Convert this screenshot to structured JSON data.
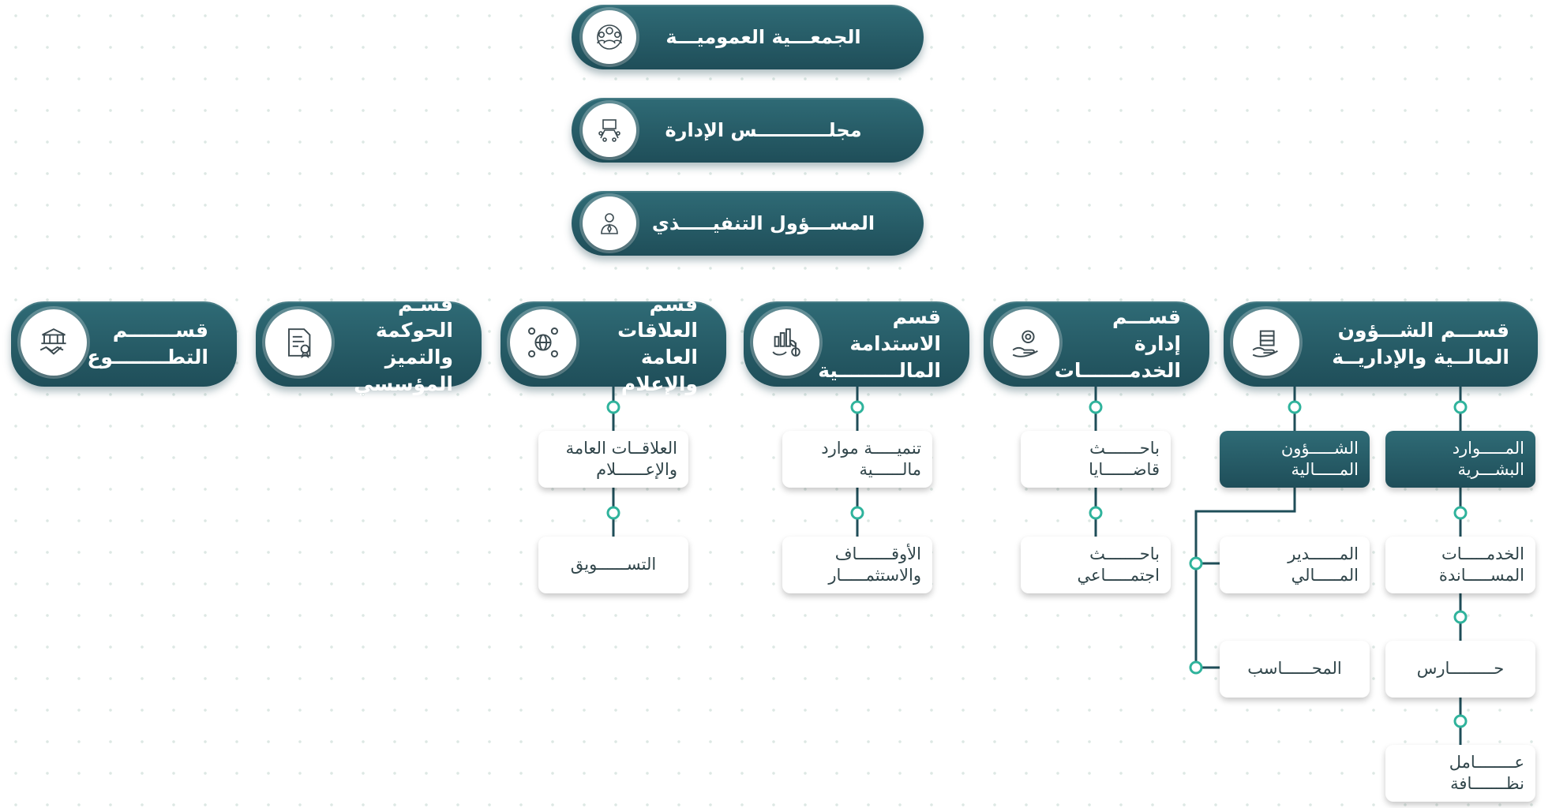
{
  "colors": {
    "primary": "#235561",
    "accent": "#2fb39c",
    "line": "#1f4e59"
  },
  "top": [
    {
      "label": "الجمعـــية العموميـــة",
      "icon": "group-icon"
    },
    {
      "label": "مجلـــــــــــس الإدارة",
      "icon": "board-meeting-icon"
    },
    {
      "label": "المســـؤول التنفيـــــذي",
      "icon": "executive-icon"
    }
  ],
  "departments": [
    {
      "label": "قســـم الشـــؤون المالــية والإداريــة",
      "icon": "money-hand-icon"
    },
    {
      "label": "قســـم إدارة الخدمـــــــات",
      "icon": "service-gear-icon"
    },
    {
      "label": "قسم الاستدامة المالـــــــــية",
      "icon": "plant-chart-icon"
    },
    {
      "label": "قسم العلاقات العامة والإعلام",
      "icon": "globe-network-icon"
    },
    {
      "label": "قسـم الحوكمة والتميز المؤسسي",
      "icon": "certificate-doc-icon"
    },
    {
      "label": "قســـــــم التطــــــــوع",
      "icon": "handshake-building-icon"
    }
  ],
  "units": {
    "hr": "المـــــوارد البشـــرية",
    "support_services": "الخدمـــــات المســـــاندة",
    "guard": "حـــــــــارس",
    "cleaner": "عــــــــامل نظـــــــافة",
    "finance_affairs": "الشـــــؤون المـــــالية",
    "finance_manager": "المــــــدير المـــــالي",
    "accountant": "المحــــــاسب",
    "cases_researcher": "باحـــــــث قاضــــــايا",
    "social_researcher": "باحـــــــث اجتمـــــاعي",
    "resource_dev": "تنميـــــة موارد مالــــــية",
    "endowments": "الأوقـــــــاف والاستثمـــــار",
    "pr_media": "العلاقــات العامة والإعــــــلام",
    "marketing": "التســــــويق"
  }
}
